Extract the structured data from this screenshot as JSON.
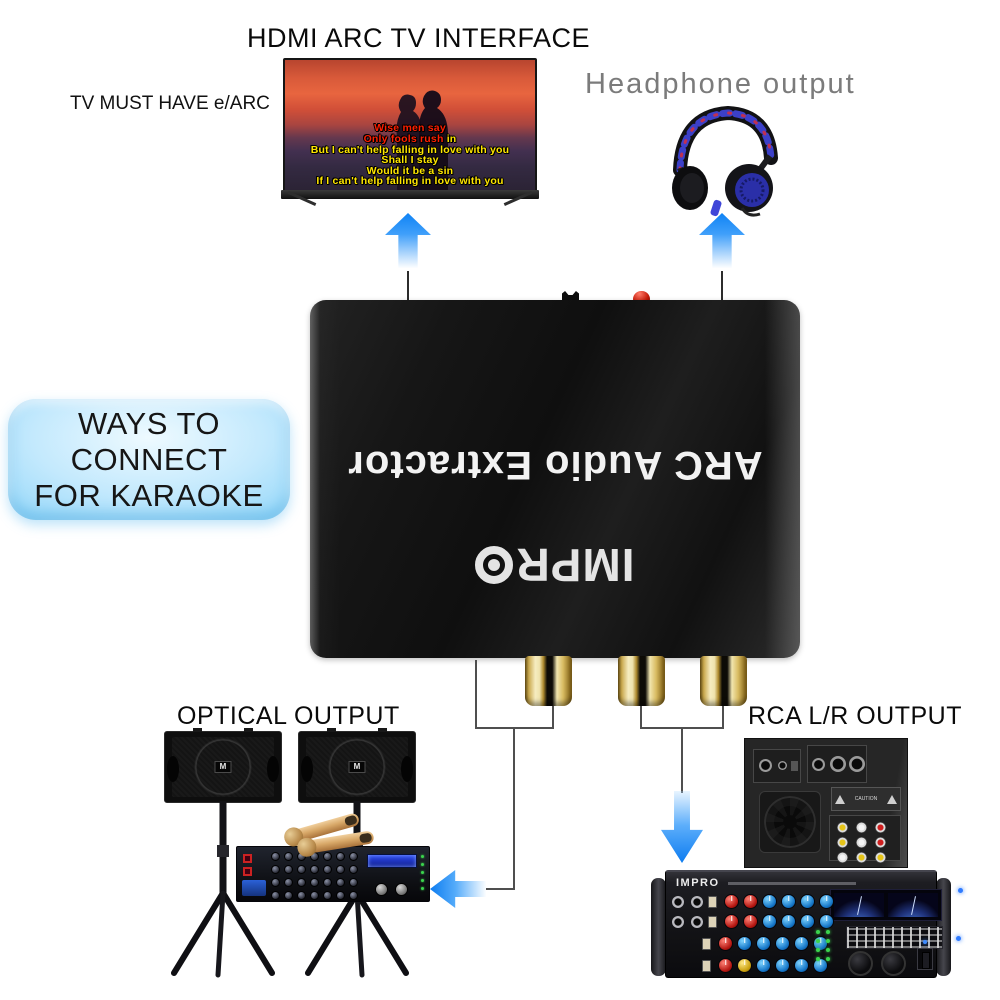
{
  "colors": {
    "arrow_blue": "#1e8fff",
    "badge_blue": "#4fbdf3",
    "lyric_red": "#ff1e00",
    "lyric_yellow": "#ffe600",
    "rca_gold": "#e7cf77",
    "headphone_label_gray": "#7b7b7b"
  },
  "header": {
    "title": "HDMI ARC TV INTERFACE",
    "tv_note": "TV MUST HAVE e/ARC",
    "headphone_label": "Headphone output"
  },
  "tv": {
    "lyrics": [
      {
        "segments": [
          {
            "text": "Wise men say",
            "color": "#ff1e00"
          }
        ]
      },
      {
        "segments": [
          {
            "text": "Only fools rush ",
            "color": "#ff1e00"
          },
          {
            "text": "in",
            "color": "#ffe600"
          }
        ]
      },
      {
        "segments": [
          {
            "text": "But I can't help falling in love with you",
            "color": "#ffe600"
          }
        ]
      },
      {
        "segments": [
          {
            "text": "Shall I stay",
            "color": "#ffe600"
          }
        ]
      },
      {
        "segments": [
          {
            "text": "Would it be a sin",
            "color": "#ffe600"
          }
        ]
      },
      {
        "segments": [
          {
            "text": "If I can't help falling in love with you",
            "color": "#ffe600"
          }
        ]
      }
    ]
  },
  "badge": {
    "lines": [
      "WAYS TO",
      "CONNECT",
      "FOR KARAOKE"
    ]
  },
  "device": {
    "title": "ARC Audio Extractor",
    "brand": "IMPRO"
  },
  "outputs": {
    "optical_label": "OPTICAL OUTPUT",
    "rca_label": "RCA L/R OUTPUT"
  },
  "speaker": {
    "logo": "M"
  },
  "amp_front": {
    "brand": "IMPRO"
  },
  "amp_rear": {
    "caution": "CAUTION"
  }
}
